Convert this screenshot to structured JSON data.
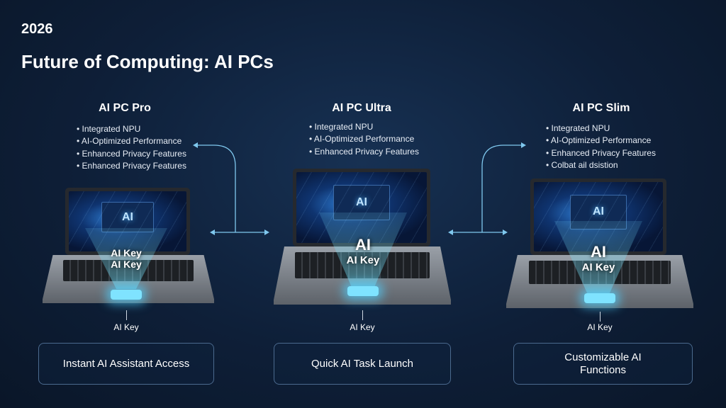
{
  "header": {
    "year": "2026",
    "title": "Future of Computing: AI PCs"
  },
  "accent": "#7fd4ff",
  "products": [
    {
      "name": "AI PC Pro",
      "features": [
        "Integrated NPU",
        "AI-Optimized Performance",
        "Enhanced Privacy Features",
        "Enhanced Privacy Features"
      ],
      "screen_text": "AI",
      "beam_lines": [
        "AI Key",
        "AI Key"
      ],
      "key_label": "AI Key",
      "function": "Instant AI Assistant Access"
    },
    {
      "name": "AI PC Ultra",
      "features": [
        "Integrated NPU",
        "AI-Optimized Performance",
        "Enhanced Privacy Features"
      ],
      "screen_text": "AI",
      "beam_lines": [
        "AI",
        "AI Key"
      ],
      "key_label": "AI Key",
      "function": "Quick AI Task Launch"
    },
    {
      "name": "AI PC Slim",
      "features": [
        "Integrated NPU",
        "AI-Optimized Performance",
        "Enhanced Privacy Features",
        "Colbat ail dsistion"
      ],
      "screen_text": "AI",
      "beam_lines": [
        "AI",
        "AI Key"
      ],
      "key_label": "AI Key",
      "function": "Customizable AI Functions"
    }
  ]
}
